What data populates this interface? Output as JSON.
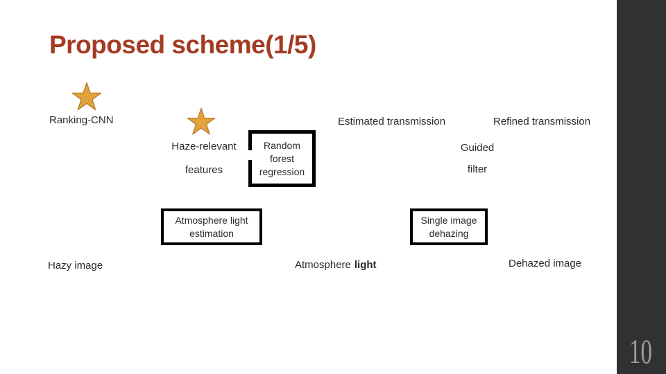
{
  "slide": {
    "title": "Proposed scheme(1/5)",
    "page_number": "10"
  },
  "diagram": {
    "labels": {
      "ranking_cnn": "Ranking-CNN",
      "haze_relevant_line1": "Haze-relevant",
      "haze_relevant_line2": "features",
      "estimated_transmission": "Estimated transmission",
      "refined_transmission": "Refined transmission",
      "guided_line1": "Guided",
      "guided_line2": "filter",
      "hazy_image": "Hazy image",
      "atmosphere_light_prefix": "Atmosphere",
      "atmosphere_light_bold": "light",
      "dehazed_image": "Dehazed image"
    },
    "boxes": {
      "random_forest": {
        "line1": "Random",
        "line2": "forest",
        "line3": "regression"
      },
      "atmosphere_estimation": {
        "line1": "Atmosphere light",
        "line2": "estimation"
      },
      "single_image_dehazing": {
        "line1": "Single image",
        "line2": "dehazing"
      }
    },
    "icons": {
      "star_icon": "5-point gold star"
    }
  },
  "colors": {
    "background": "#FFFFFF",
    "title": "#A43B23",
    "label_text": "#2B2B2B",
    "star_fill": "#E2A23C",
    "star_stroke": "#B97D26",
    "box_border": "#000000",
    "sidebar": "#313131",
    "page_number": "#9C9C9C"
  }
}
